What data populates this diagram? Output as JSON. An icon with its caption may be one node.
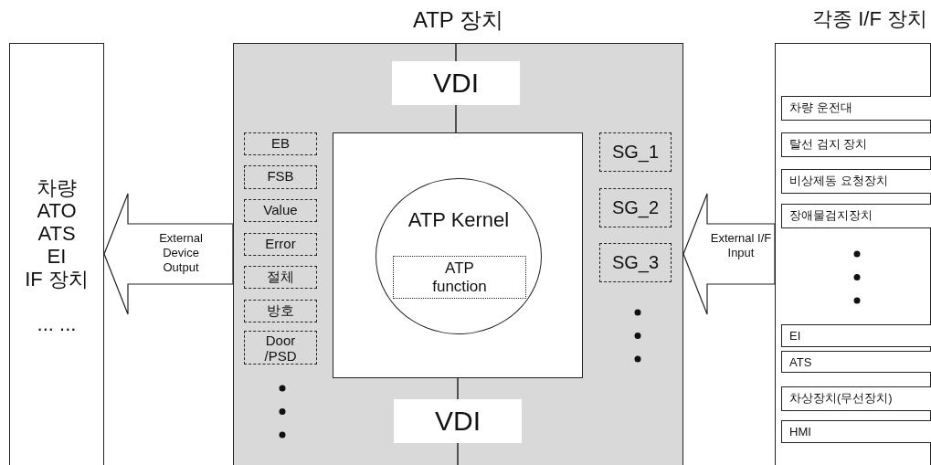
{
  "diagram": {
    "nodes": [
      {
        "text": [
          "차량",
          "ATO",
          "ATS",
          "EI",
          "IF 장치",
          "... ..."
        ]
      },
      {
        "text": [
          "ATP 장치"
        ]
      },
      {
        "text": [
          "VDI"
        ],
        "in": 1
      },
      {
        "text": [],
        "shape": "box",
        "in": 1
      },
      {
        "text": [
          "ATP Kernel"
        ],
        "in": 3
      },
      {
        "text": [
          "ATP function"
        ],
        "in": 4
      },
      {
        "text": [
          "VDI"
        ],
        "in": 1
      },
      {
        "text": [
          "EB"
        ],
        "in": 1
      },
      {
        "text": [
          "FSB"
        ],
        "in": 1
      },
      {
        "text": [
          "Value"
        ],
        "in": 1
      },
      {
        "text": [
          "Error"
        ],
        "in": 1
      },
      {
        "text": [
          "절체"
        ],
        "in": 1
      },
      {
        "text": [
          "방호"
        ],
        "in": 1
      },
      {
        "text": [
          "Door /PSD"
        ],
        "in": 1
      },
      {
        "text": [
          "SG_1"
        ],
        "in": 1
      },
      {
        "text": [
          "SG_2"
        ],
        "in": 1
      },
      {
        "text": [
          "SG_3"
        ],
        "in": 1
      },
      {
        "text": [
          "각종 I/F 장치"
        ]
      },
      {
        "text": [
          "차량 운전대"
        ],
        "in": 17
      },
      {
        "text": [
          "탈선 검지 장치"
        ],
        "in": 17
      },
      {
        "text": [
          "비상제동 요청장치"
        ],
        "in": 17
      },
      {
        "text": [
          "장애물검지장치"
        ],
        "in": 17
      },
      {
        "text": [
          "EI"
        ],
        "in": 17
      },
      {
        "text": [
          "ATS"
        ],
        "in": 17
      },
      {
        "text": [
          "차상장치(무선장치)"
        ],
        "in": 17
      },
      {
        "text": [
          "HMI"
        ],
        "in": 17
      }
    ],
    "edges": [
      {
        "from": 1,
        "to": 0,
        "arrow": "to",
        "label": "External Device Output",
        "style": "thick"
      },
      {
        "from": 1,
        "to": 2,
        "arrow": "none"
      },
      {
        "from": 2,
        "to": 3,
        "arrow": "none"
      },
      {
        "from": 3,
        "to": 6,
        "arrow": "none"
      },
      {
        "from": 6,
        "to": 1,
        "arrow": "none"
      },
      {
        "from": 17,
        "to": 1,
        "arrow": "to",
        "label": "External I/F Input",
        "style": "thick"
      }
    ]
  }
}
